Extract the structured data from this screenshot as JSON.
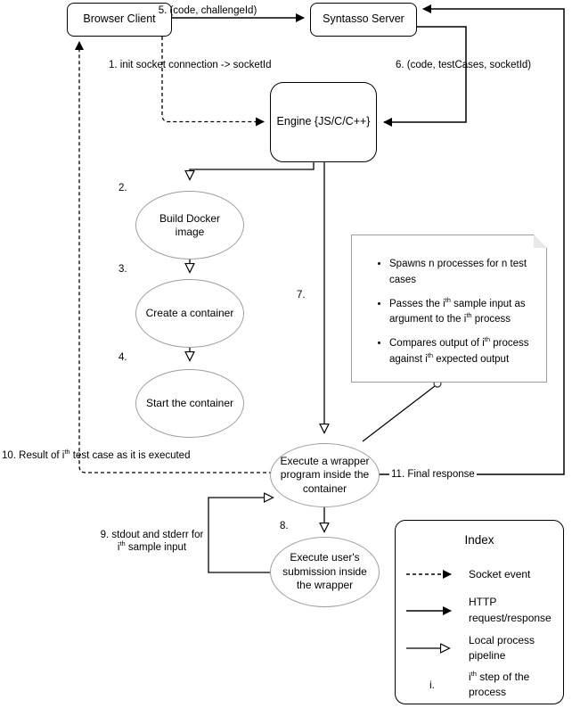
{
  "nodes": {
    "browser_client": "Browser Client",
    "syntasso_server": "Syntasso Server",
    "engine": "Engine {JS/C/C++}",
    "build_image": "Build Docker image",
    "create_container": "Create a container",
    "start_container": "Start the container",
    "wrapper": "Execute a wrapper program inside the container",
    "user_submission": "Execute user's submission inside the wrapper"
  },
  "edge_labels": {
    "step5": "5. (code, challengeId)",
    "step1": "1. init socket connection -> socketId",
    "step6": "6. (code, testCases, socketId)",
    "step2": "2.",
    "step3": "3.",
    "step4": "4.",
    "step7": "7.",
    "step8": "8.",
    "step11": "11. Final response",
    "step10": {
      "pre": "10. Result of i",
      "sup": "th",
      "post": " test case as it is executed"
    },
    "step9": {
      "line1": "9. stdout and stderr for",
      "l2pre": "i",
      "l2sup": "th",
      "l2post": " sample input"
    }
  },
  "note": {
    "bullets": [
      {
        "pre": "Spawns n processes for n test cases"
      },
      {
        "pre": "Passes the i",
        "sup1": "th",
        "mid": " sample input as argument to the i",
        "sup2": "th",
        "post": " process"
      },
      {
        "pre": "Compares output of i",
        "sup1": "th",
        "mid": " process against i",
        "sup2": "th",
        "post": " expected output"
      }
    ]
  },
  "index": {
    "title": "Index",
    "rows": [
      {
        "icon": "socket-event-arrow",
        "label": "Socket event"
      },
      {
        "icon": "http-arrow",
        "label": "HTTP request/response"
      },
      {
        "icon": "process-pipeline-arrow",
        "label": "Local process pipeline"
      },
      {
        "marker": "i.",
        "pre": "i",
        "sup": "th",
        "post": " step of the process"
      }
    ]
  },
  "colors": {
    "line": "#000000",
    "ellipse_stroke": "#9e9e9e",
    "background": "#ffffff"
  }
}
